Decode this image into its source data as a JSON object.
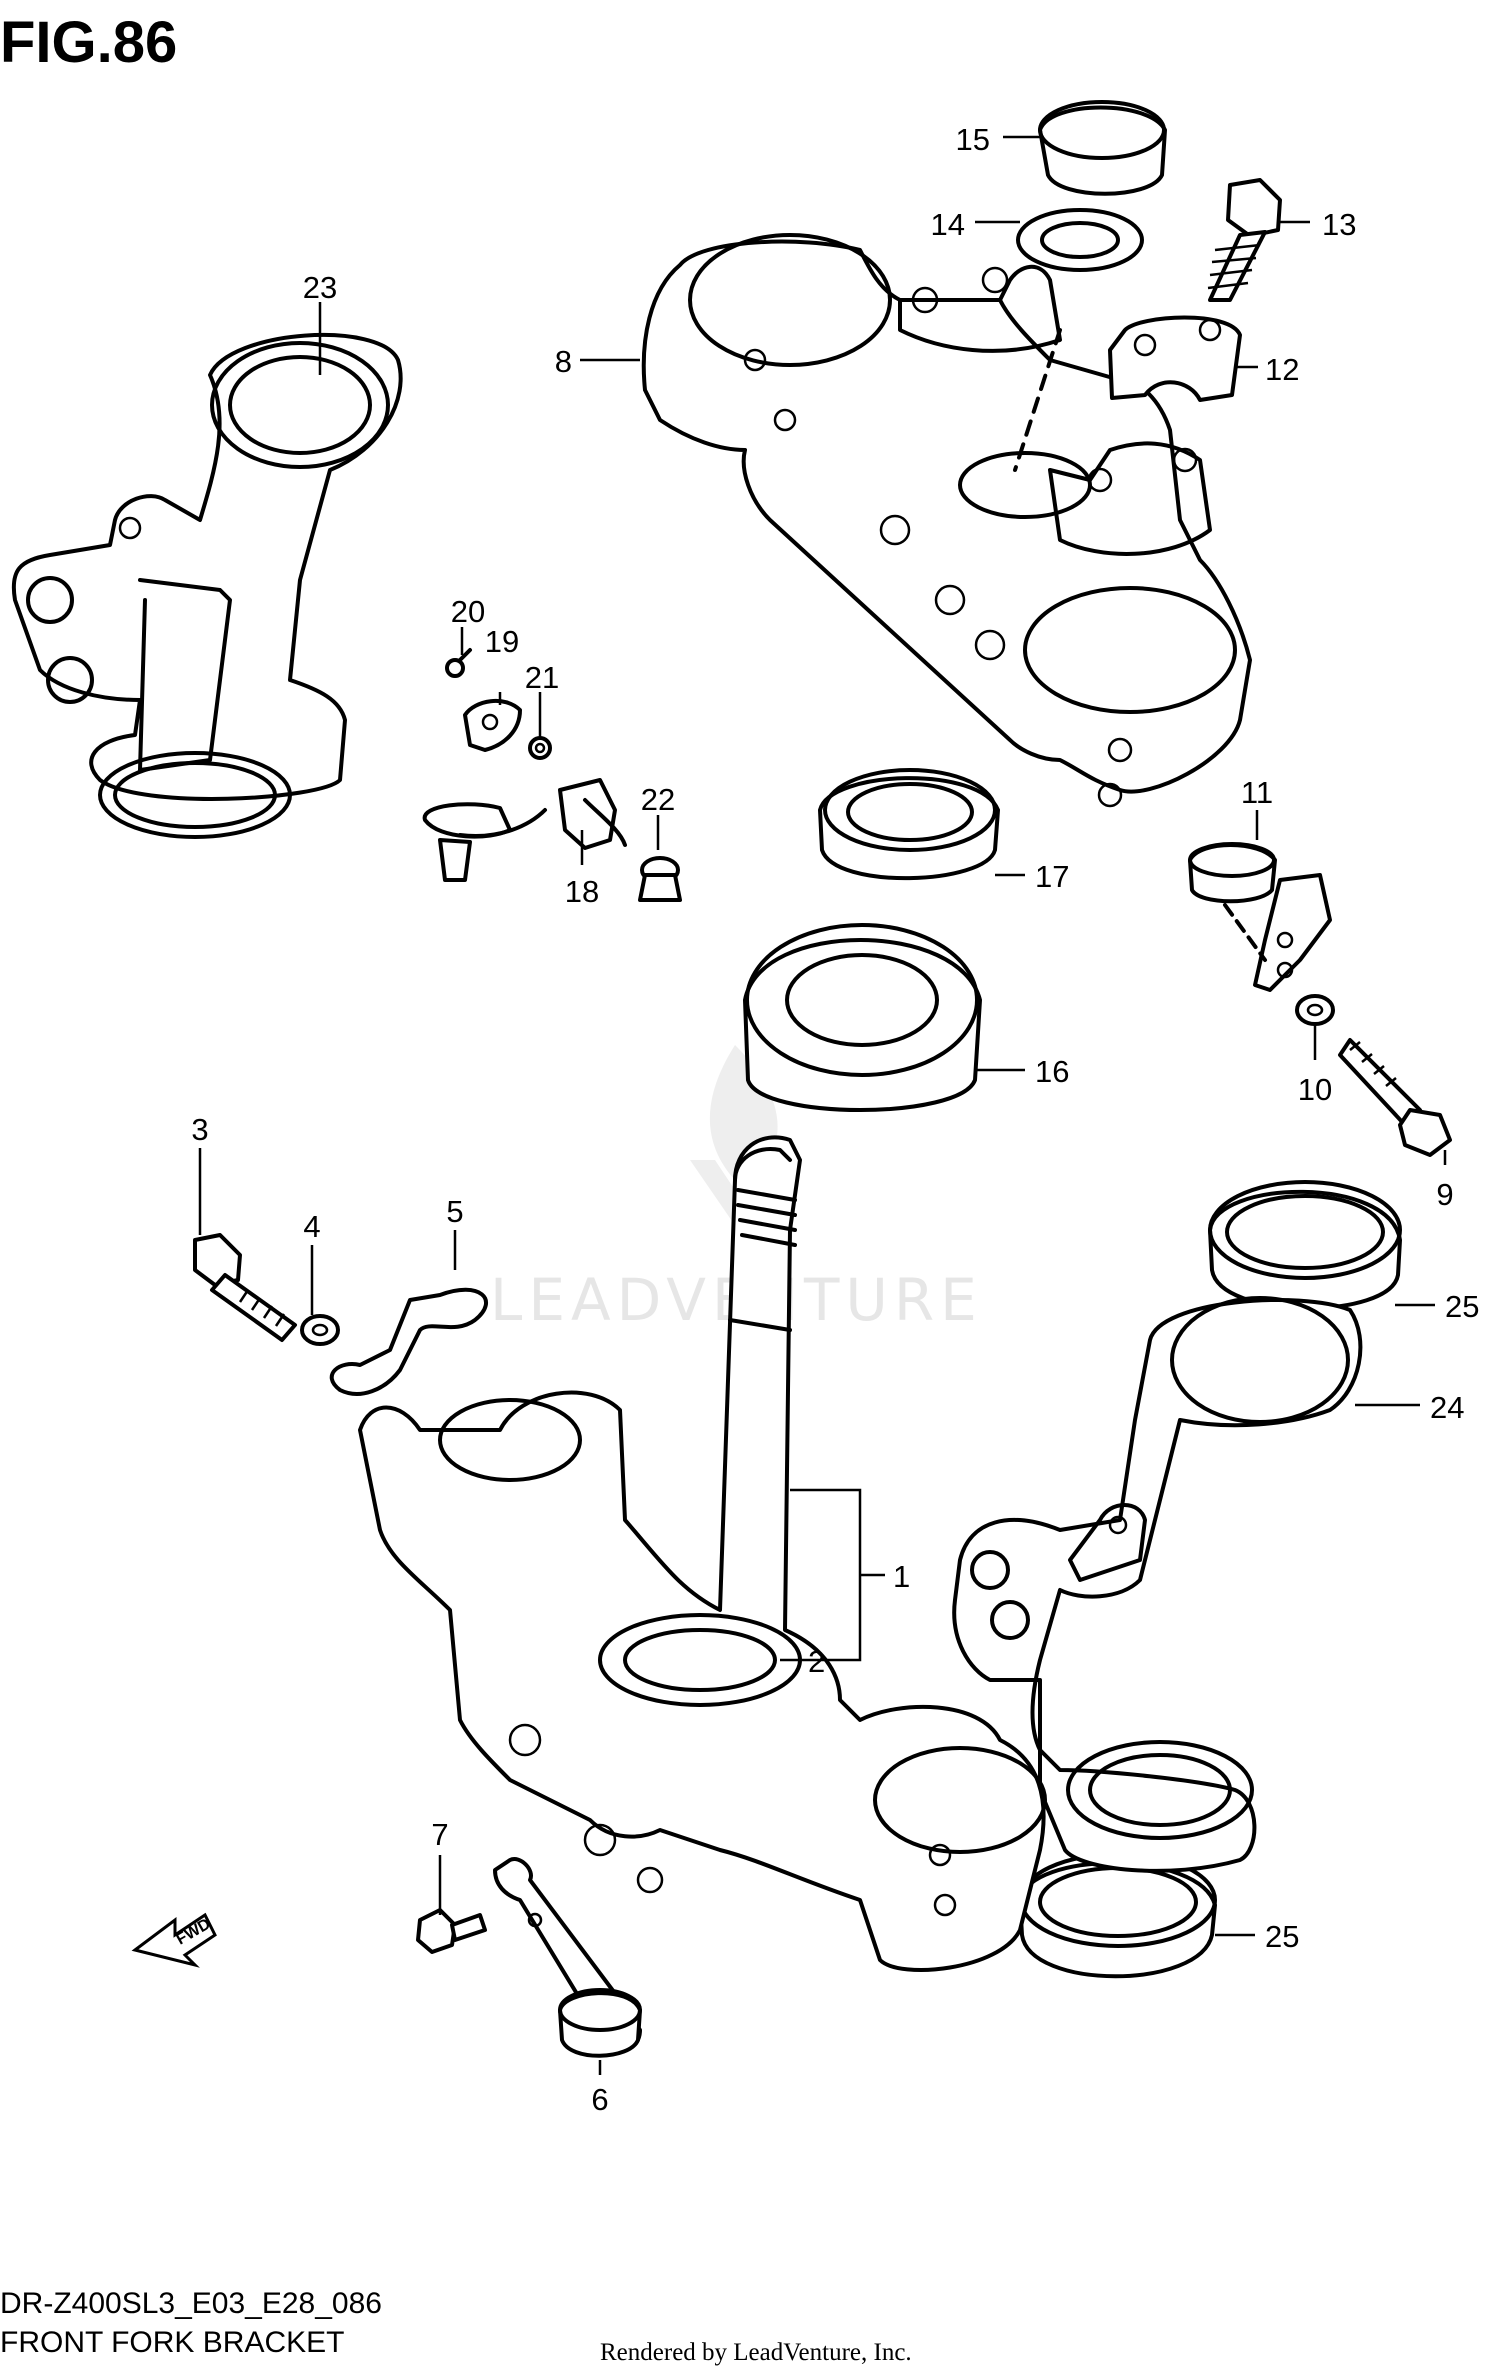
{
  "figure": {
    "title": "FIG.86",
    "code": "DR-Z400SL3_E03_E28_086",
    "name": "FRONT FORK BRACKET",
    "rendered_by": "Rendered by LeadVenture, Inc.",
    "watermark": "LEADVENTURE",
    "fwd_label": "FWD"
  },
  "callouts": {
    "c1": "1",
    "c2": "2",
    "c3": "3",
    "c4": "4",
    "c5": "5",
    "c6": "6",
    "c7": "7",
    "c8": "8",
    "c9": "9",
    "c10": "10",
    "c11": "11",
    "c12": "12",
    "c13": "13",
    "c14": "14",
    "c15": "15",
    "c16": "16",
    "c17": "17",
    "c18": "18",
    "c19": "19",
    "c20": "20",
    "c21": "21",
    "c22": "22",
    "c23": "23",
    "c24": "24",
    "c25a": "25",
    "c25b": "25"
  }
}
